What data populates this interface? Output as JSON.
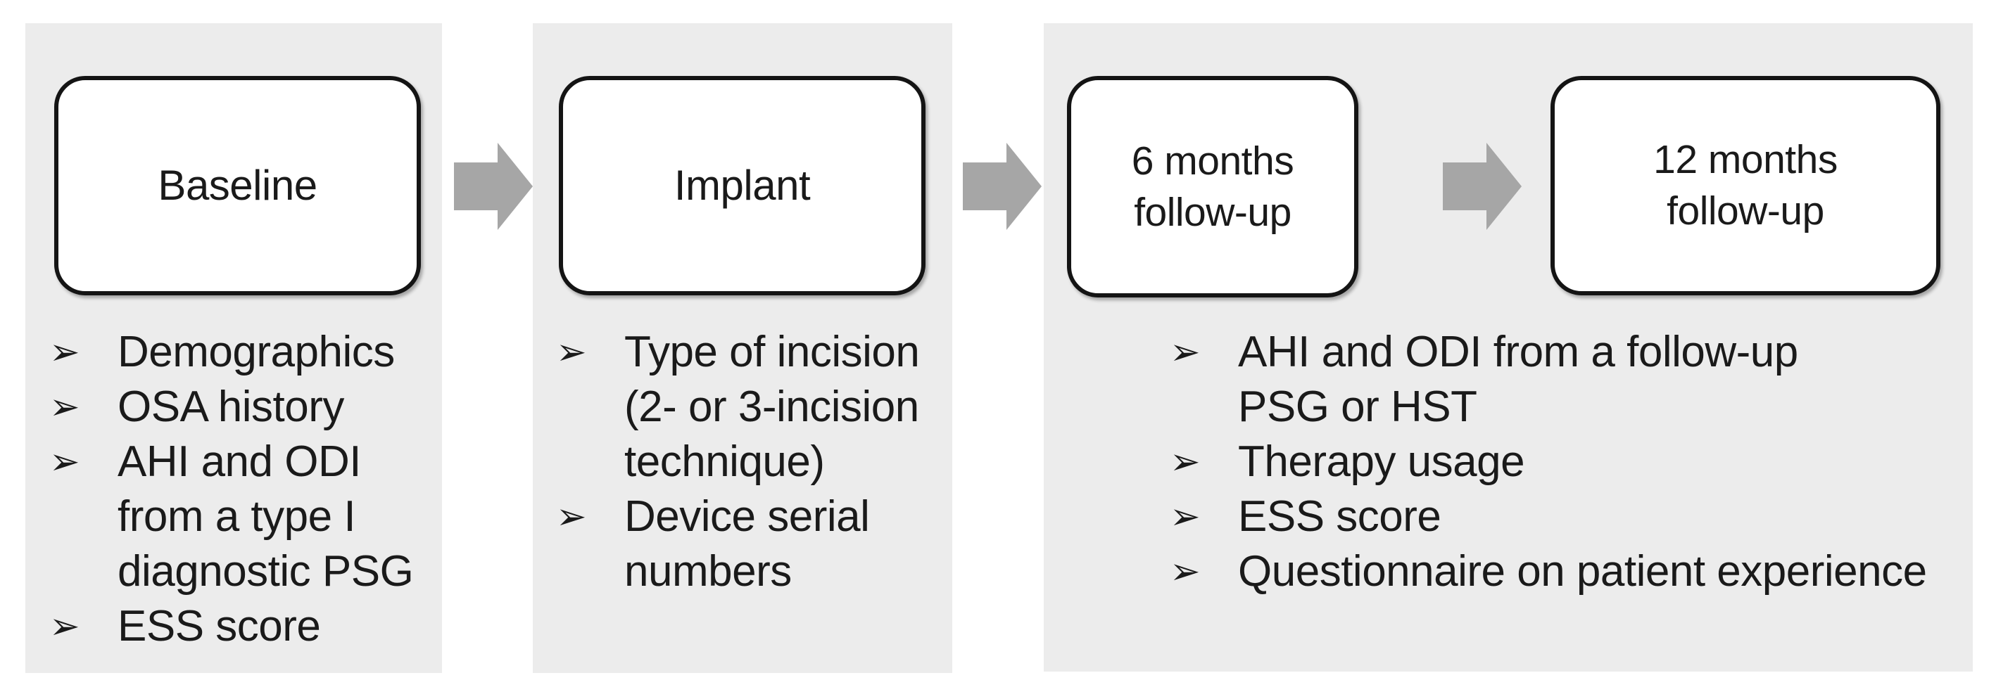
{
  "diagram": {
    "type": "flowchart",
    "direction": "left-to-right",
    "bullet_glyph": "➢",
    "colors": {
      "panel_bg": "#ececec",
      "box_bg": "#ffffff",
      "box_border": "#141414",
      "arrow": "#a6a6a6",
      "text": "#1a1a1a"
    },
    "panels": [
      {
        "box": "Baseline",
        "bullets": [
          "Demographics",
          "OSA history",
          "AHI and ODI\nfrom a type I\ndiagnostic PSG",
          "ESS score"
        ]
      },
      {
        "box": "Implant",
        "bullets": [
          "Type of incision\n(2- or 3-incision\ntechnique)",
          "Device serial\nnumbers"
        ]
      },
      {
        "boxes": [
          "6 months\nfollow-up",
          "12 months\nfollow-up"
        ],
        "bullets": [
          "AHI and ODI from a follow-up\nPSG or HST",
          "Therapy usage",
          "ESS score",
          "Questionnaire on patient experience"
        ]
      }
    ]
  }
}
